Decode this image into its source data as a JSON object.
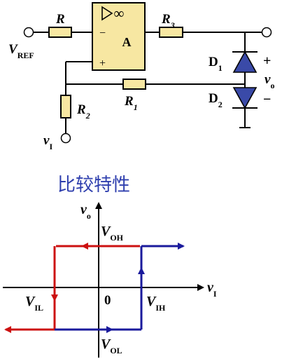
{
  "circuit": {
    "resistor_R": {
      "main": "R",
      "sub": ""
    },
    "resistor_R3": {
      "main": "R",
      "sub": "3"
    },
    "resistor_R1": {
      "main": "R",
      "sub": "1"
    },
    "resistor_R2": {
      "main": "R",
      "sub": "2"
    },
    "vref": {
      "main": "V",
      "sub": "REF"
    },
    "vi": {
      "main": "v",
      "sub": "I"
    },
    "vo": {
      "main": "v",
      "sub": "o"
    },
    "opamp_name": "A",
    "opamp_inf": "∞",
    "opamp_minus": "−",
    "opamp_plus": "+",
    "diode_D1": {
      "main": "D",
      "sub": "1"
    },
    "diode_D2": {
      "main": "D",
      "sub": "2"
    },
    "out_plus": "+",
    "out_minus": "−"
  },
  "section_title": "比较特性",
  "colors": {
    "component_fill": "#f7e7a2",
    "title": "#2f3fae",
    "curve_red": "#cc1111",
    "curve_blue": "#1a1a9c",
    "diode_fill": "#3a4aa8"
  },
  "graph": {
    "y_label": {
      "main": "v",
      "sub": "o"
    },
    "x_label": {
      "main": "v",
      "sub": "I"
    },
    "voh": {
      "main": "V",
      "sub": "OH"
    },
    "vol": {
      "main": "V",
      "sub": "OL"
    },
    "vil": {
      "main": "V",
      "sub": "IL"
    },
    "vih": {
      "main": "V",
      "sub": "IH"
    },
    "origin": "0"
  }
}
